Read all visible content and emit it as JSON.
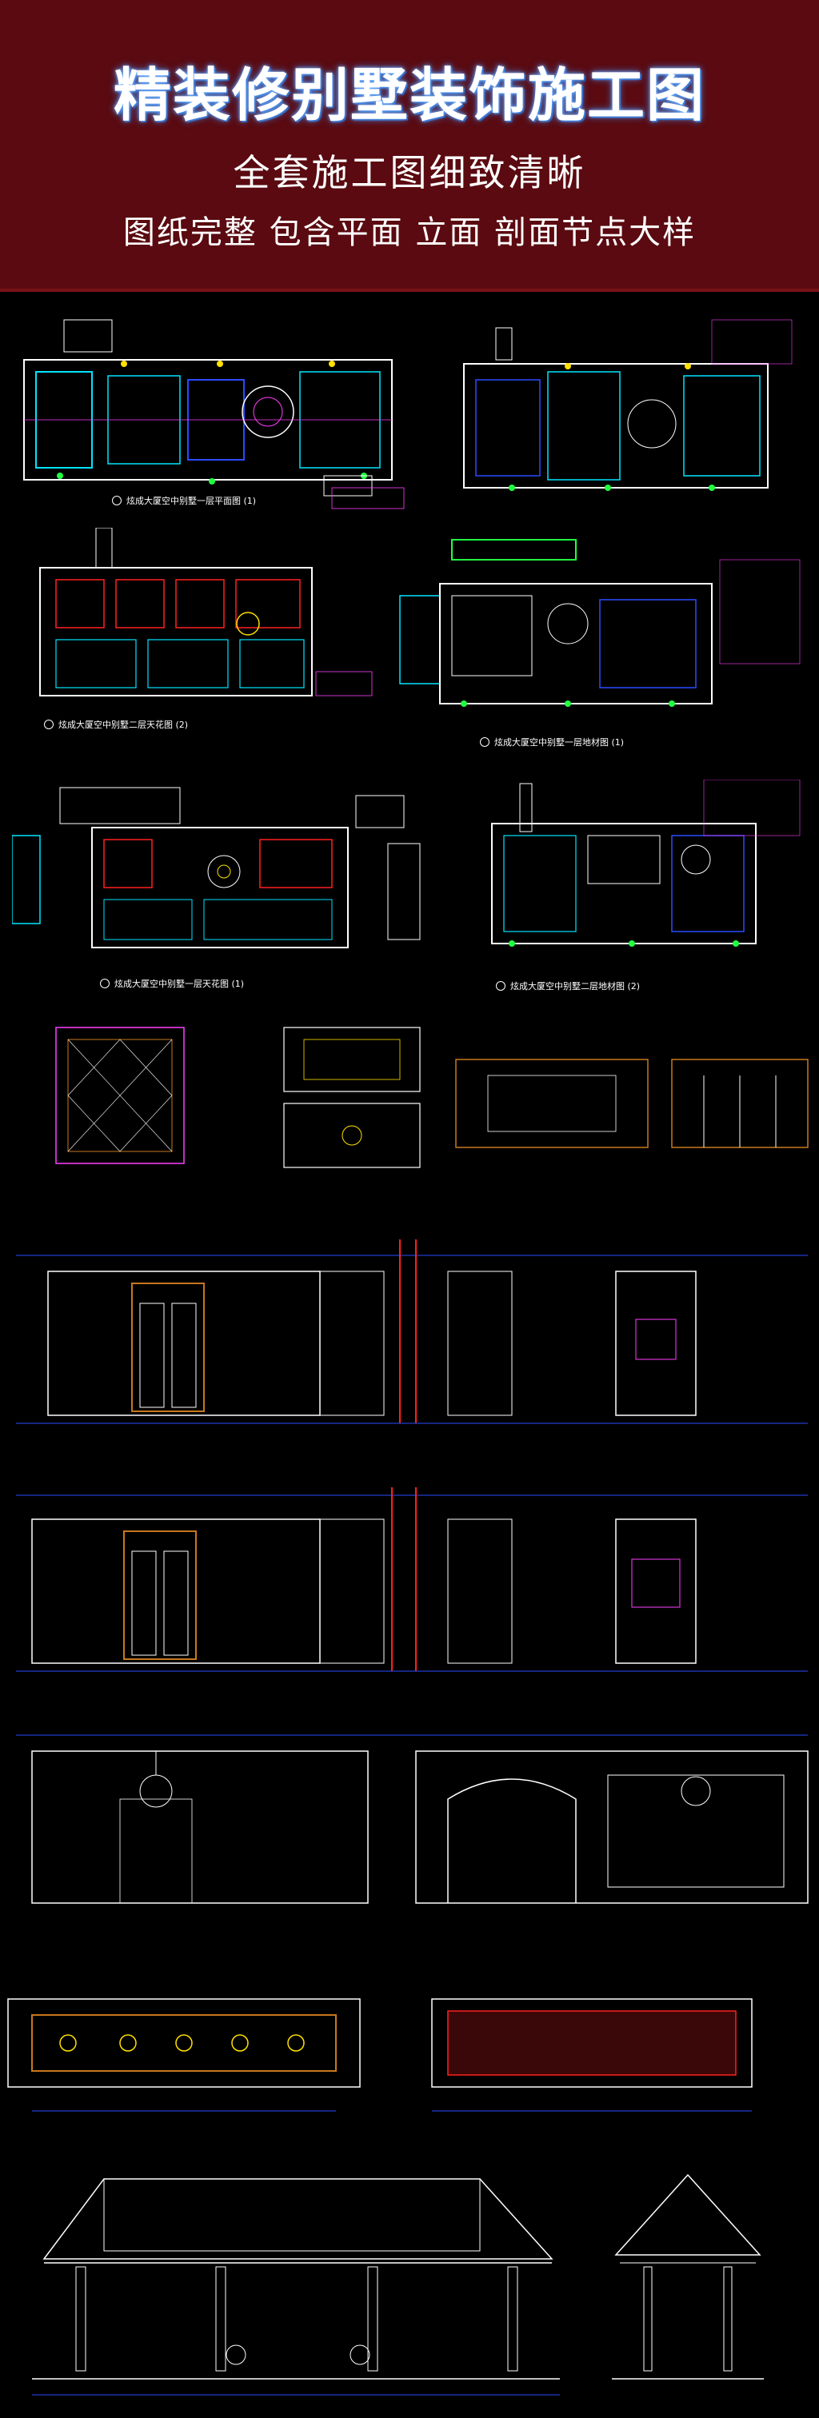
{
  "banner": {
    "title": "精装修别墅装饰施工图",
    "subtitle_1": "全套施工图细致清晰",
    "subtitle_2": "图纸完整 包含平面 立面 剖面节点大样"
  },
  "plan_captions": [
    "炫成大厦空中别墅一层平面图 (1)",
    "炫成大厦空中别墅二层天花图 (2)",
    "炫成大厦空中别墅一层地材图 (1)",
    "炫成大厦空中别墅一层天花图 (1)",
    "炫成大厦空中别墅二层地材图 (2)"
  ],
  "colors": {
    "banner_bg": "#5a0a10",
    "background": "#000000",
    "cad_white": "#ffffff",
    "cad_cyan": "#00e5ff",
    "cad_blue": "#2a4cff",
    "cad_red": "#ff2020",
    "cad_green": "#20ff40",
    "cad_yellow": "#ffe000",
    "cad_magenta": "#ff40ff",
    "cad_orange": "#c8781e"
  }
}
